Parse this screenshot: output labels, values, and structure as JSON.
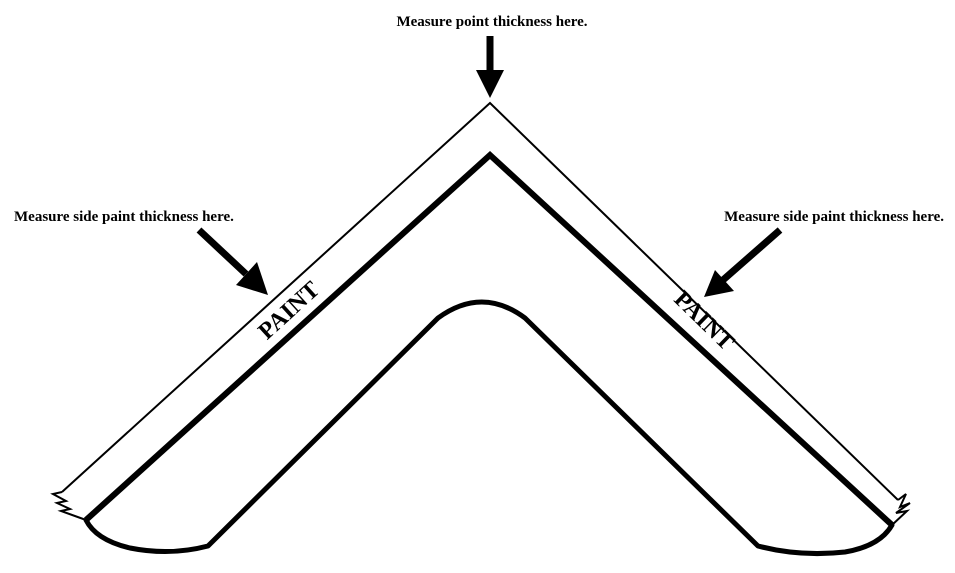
{
  "callouts": {
    "top": "Measure point thickness here.",
    "left": "Measure side paint thickness here.",
    "right": "Measure side paint thickness here."
  },
  "layer_labels": {
    "left": "PAINT",
    "right": "PAINT"
  },
  "colors": {
    "ink": "#000000",
    "background": "#ffffff"
  }
}
